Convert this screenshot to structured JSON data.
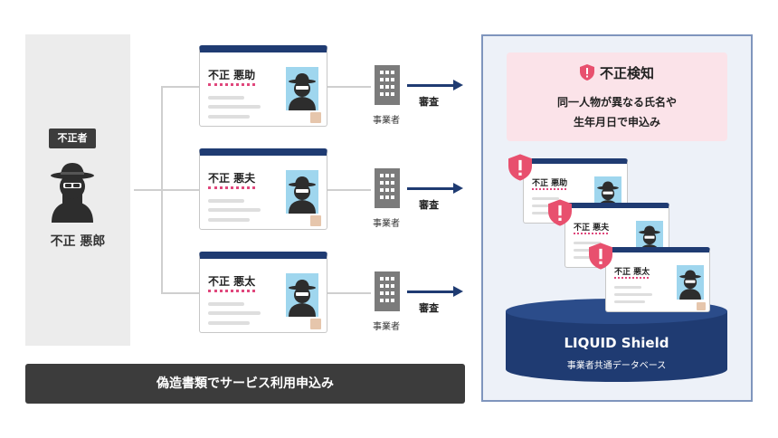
{
  "fraudster": {
    "tag": "不正者",
    "name": "不正 悪郎"
  },
  "applications": [
    {
      "card_name": "不正 悪助",
      "business_label": "事業者",
      "review_label": "審査"
    },
    {
      "card_name": "不正 悪夫",
      "business_label": "事業者",
      "review_label": "審査"
    },
    {
      "card_name": "不正 悪太",
      "business_label": "事業者",
      "review_label": "審査"
    }
  ],
  "caption": "偽造書類でサービス利用申込み",
  "detection": {
    "title": "不正検知",
    "line1": "同一人物が異なる氏名や",
    "line2": "生年月日で申込み"
  },
  "flagged_cards": [
    {
      "card_name": "不正 悪助"
    },
    {
      "card_name": "不正 悪夫"
    },
    {
      "card_name": "不正 悪太"
    }
  ],
  "database": {
    "name": "LIQUID Shield",
    "subtitle": "事業者共通データベース"
  },
  "colors": {
    "navy": "#1f3b72",
    "alert_pink": "#fbe3e9",
    "warning_red": "#e8506e",
    "panel_gray": "#ececec",
    "caption_dark": "#3c3c3c"
  },
  "icons": {
    "fraudster": "disguised-person-icon",
    "business": "building-icon",
    "warning": "exclamation-shield-icon"
  }
}
